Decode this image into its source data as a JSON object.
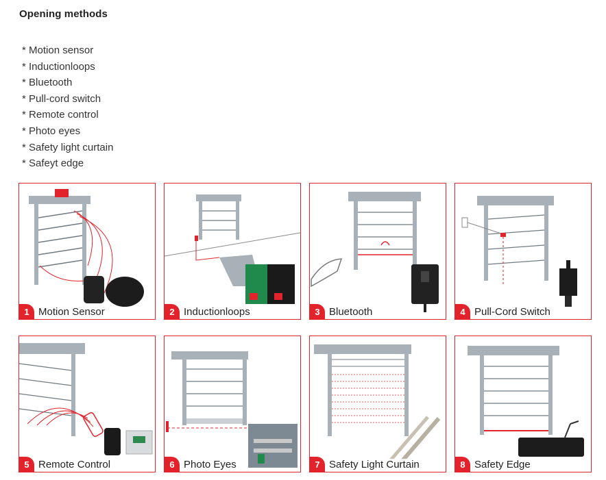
{
  "heading": "Opening methods",
  "methods": [
    "Motion sensor",
    "Inductionloops",
    "Bluetooth",
    "Pull-cord switch",
    "Remote control",
    "Photo eyes",
    "Safety light curtain",
    "Safeyt edge"
  ],
  "cards": [
    {
      "num": "1",
      "label": "Motion Sensor"
    },
    {
      "num": "2",
      "label": "Inductionloops"
    },
    {
      "num": "3",
      "label": "Bluetooth"
    },
    {
      "num": "4",
      "label": "Pull-Cord Switch"
    },
    {
      "num": "5",
      "label": "Remote Control"
    },
    {
      "num": "6",
      "label": "Photo Eyes"
    },
    {
      "num": "7",
      "label": "Safety Light Curtain"
    },
    {
      "num": "8",
      "label": "Safety Edge"
    }
  ],
  "colors": {
    "accent": "#e2232b",
    "frame": "#9aa4ab",
    "slat": "#6f7a82"
  }
}
